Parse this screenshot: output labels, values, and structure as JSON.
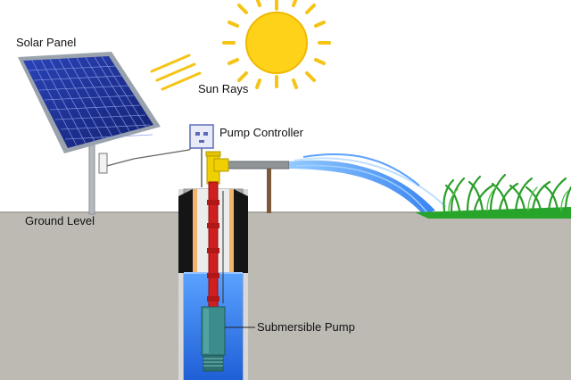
{
  "labels": {
    "solar_panel": "Solar Panel",
    "sun_rays": "Sun Rays",
    "pump_controller": "Pump Controller",
    "ground_level": "Ground Level",
    "submersible_pump": "Submersible Pump"
  },
  "colors": {
    "sky": "#ffffff",
    "ground": "#bdbab4",
    "sun": "#ffd21a",
    "sun_rays": "#f5c417",
    "solar_panel": "#1e2f8f",
    "panel_frame": "#9aa3ad",
    "well_casing": "#c9c9c9",
    "seal": "#1a1a1a",
    "water": "#2f7df0",
    "pipe": "#d01f1f",
    "pump_body": "#3d8c8c",
    "controller_pipe": "#f0d000",
    "outlet_water": "#4a9ae8",
    "grass": "#3cb83c"
  },
  "icons": [
    "sun-icon",
    "solar-panel-icon",
    "pump-controller-icon",
    "submersible-pump-icon",
    "grass-icon"
  ]
}
